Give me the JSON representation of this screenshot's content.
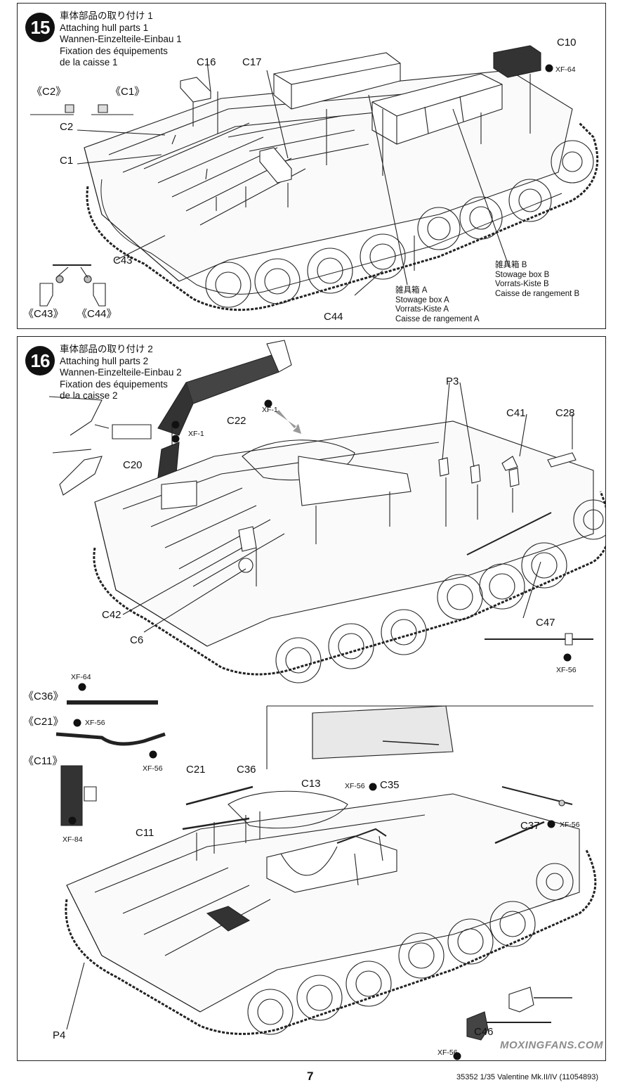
{
  "step15": {
    "number": "15",
    "title_jp": "車体部品の取り付け 1",
    "title_en": "Attaching hull parts 1",
    "title_de": "Wannen-Einzelteile-Einbau 1",
    "title_fr1": "Fixation des équipements",
    "title_fr2": "de la caisse 1",
    "labels": {
      "c16": "C16",
      "c17": "C17",
      "c10": "C10",
      "xf64": "XF-64",
      "c2_alt": "《C2》",
      "c1_alt": "《C1》",
      "c2": "C2",
      "c1": "C1",
      "c43": "C43",
      "c43_alt": "《C43》",
      "c44_alt": "《C44》",
      "c44": "C44"
    },
    "box_a": [
      "雑具箱 A",
      "Stowage box A",
      "Vorrats-Kiste A",
      "Caisse de rangement A"
    ],
    "box_b": [
      "雑具箱 B",
      "Stowage box B",
      "Vorrats-Kiste B",
      "Caisse de rangement B"
    ]
  },
  "step16": {
    "number": "16",
    "title_jp": "車体部品の取り付け 2",
    "title_en": "Attaching hull parts 2",
    "title_de": "Wannen-Einzelteile-Einbau 2",
    "title_fr1": "Fixation des équipements",
    "title_fr2": "de la caisse 2",
    "labels": {
      "xf1_a": "XF-1",
      "c22": "C22",
      "xf1_b": "XF-1",
      "c20": "C20",
      "p3": "P3",
      "c41": "C41",
      "c28": "C28",
      "c42": "C42",
      "c6": "C6",
      "c47": "C47",
      "xf56_c47": "XF-56",
      "xf64": "XF-64",
      "c36_alt": "《C36》",
      "c21_alt": "《C21》",
      "xf56_c21a": "XF-56",
      "xf56_c21b": "XF-56",
      "c11_alt": "《C11》",
      "xf84": "XF-84",
      "c21": "C21",
      "c36": "C36",
      "c13": "C13",
      "xf56_c35": "XF-56",
      "c35": "C35",
      "c11": "C11",
      "c37": "C37",
      "xf56_c37": "XF-56",
      "p4": "P4",
      "c46": "C46",
      "xf56_c46": "XF-56"
    }
  },
  "page_number": "7",
  "footer": "35352  1/35 Valentine Mk.II/IV (11054893)",
  "watermark": "MOXINGFANS.COM"
}
